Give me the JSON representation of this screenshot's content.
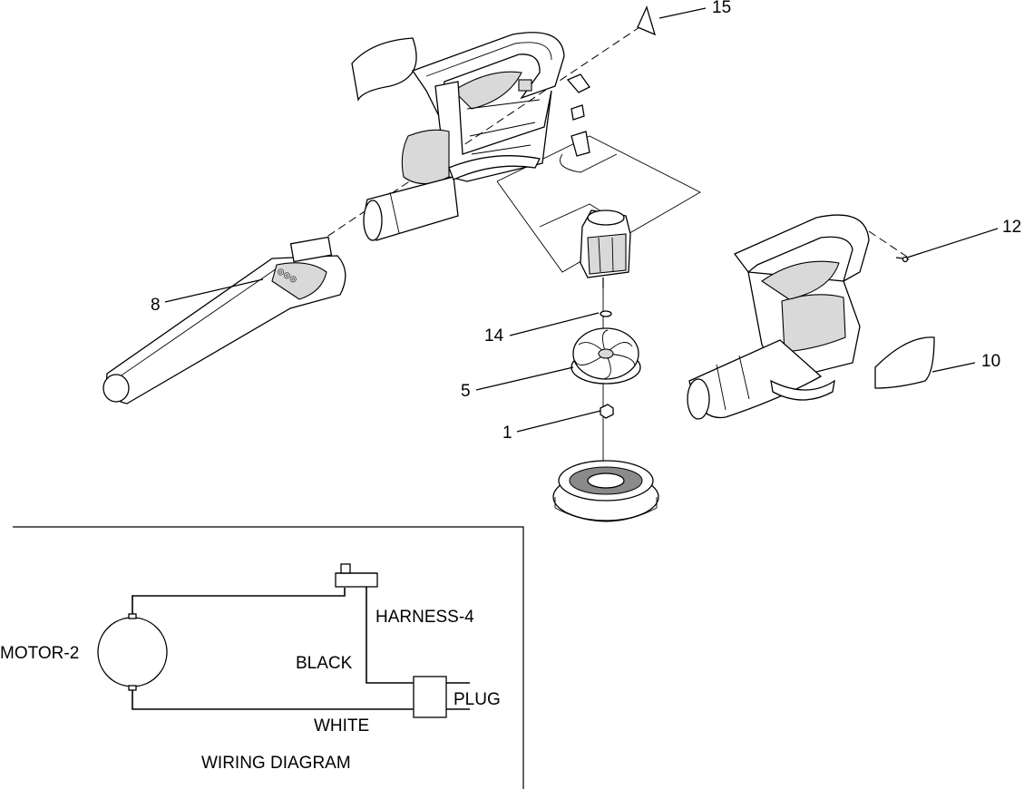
{
  "diagram": {
    "callouts": {
      "c15": "15",
      "c12": "12",
      "c8": "8",
      "c14": "14",
      "c10": "10",
      "c5": "5",
      "c1": "1"
    },
    "wiring": {
      "motor": "MOTOR-2",
      "harness": "HARNESS-4",
      "black": "BLACK",
      "plug": "PLUG",
      "white": "WHITE",
      "title": "WIRING DIAGRAM"
    }
  }
}
